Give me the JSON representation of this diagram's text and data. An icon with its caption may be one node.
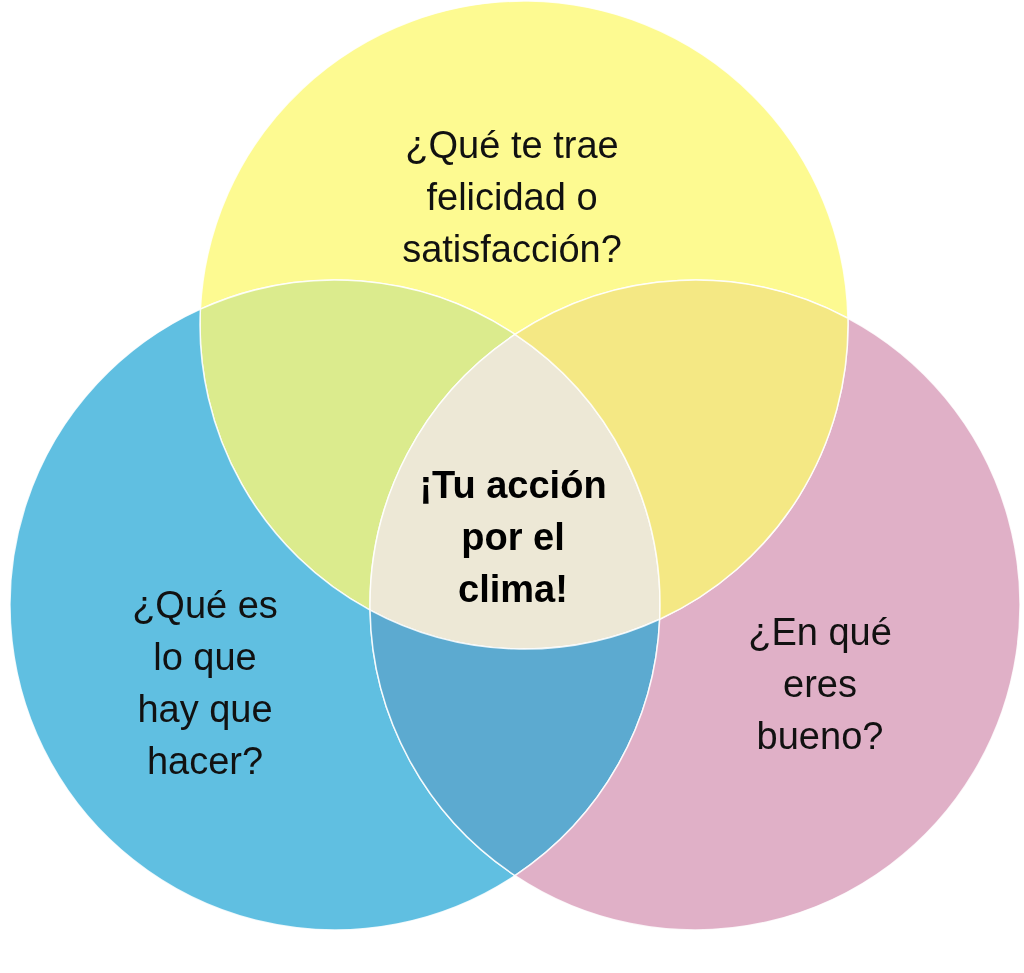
{
  "diagram": {
    "nodes": [
      {
        "text": [
          "¿Qué te trae felicidad o satisfacción?"
        ]
      },
      {
        "text": [
          "¡Tu acción por el clima!"
        ]
      },
      {
        "text": [
          "¿Qué es lo que hay que hacer?"
        ]
      },
      {
        "text": [
          "¿En qué eres bueno?"
        ]
      }
    ]
  }
}
